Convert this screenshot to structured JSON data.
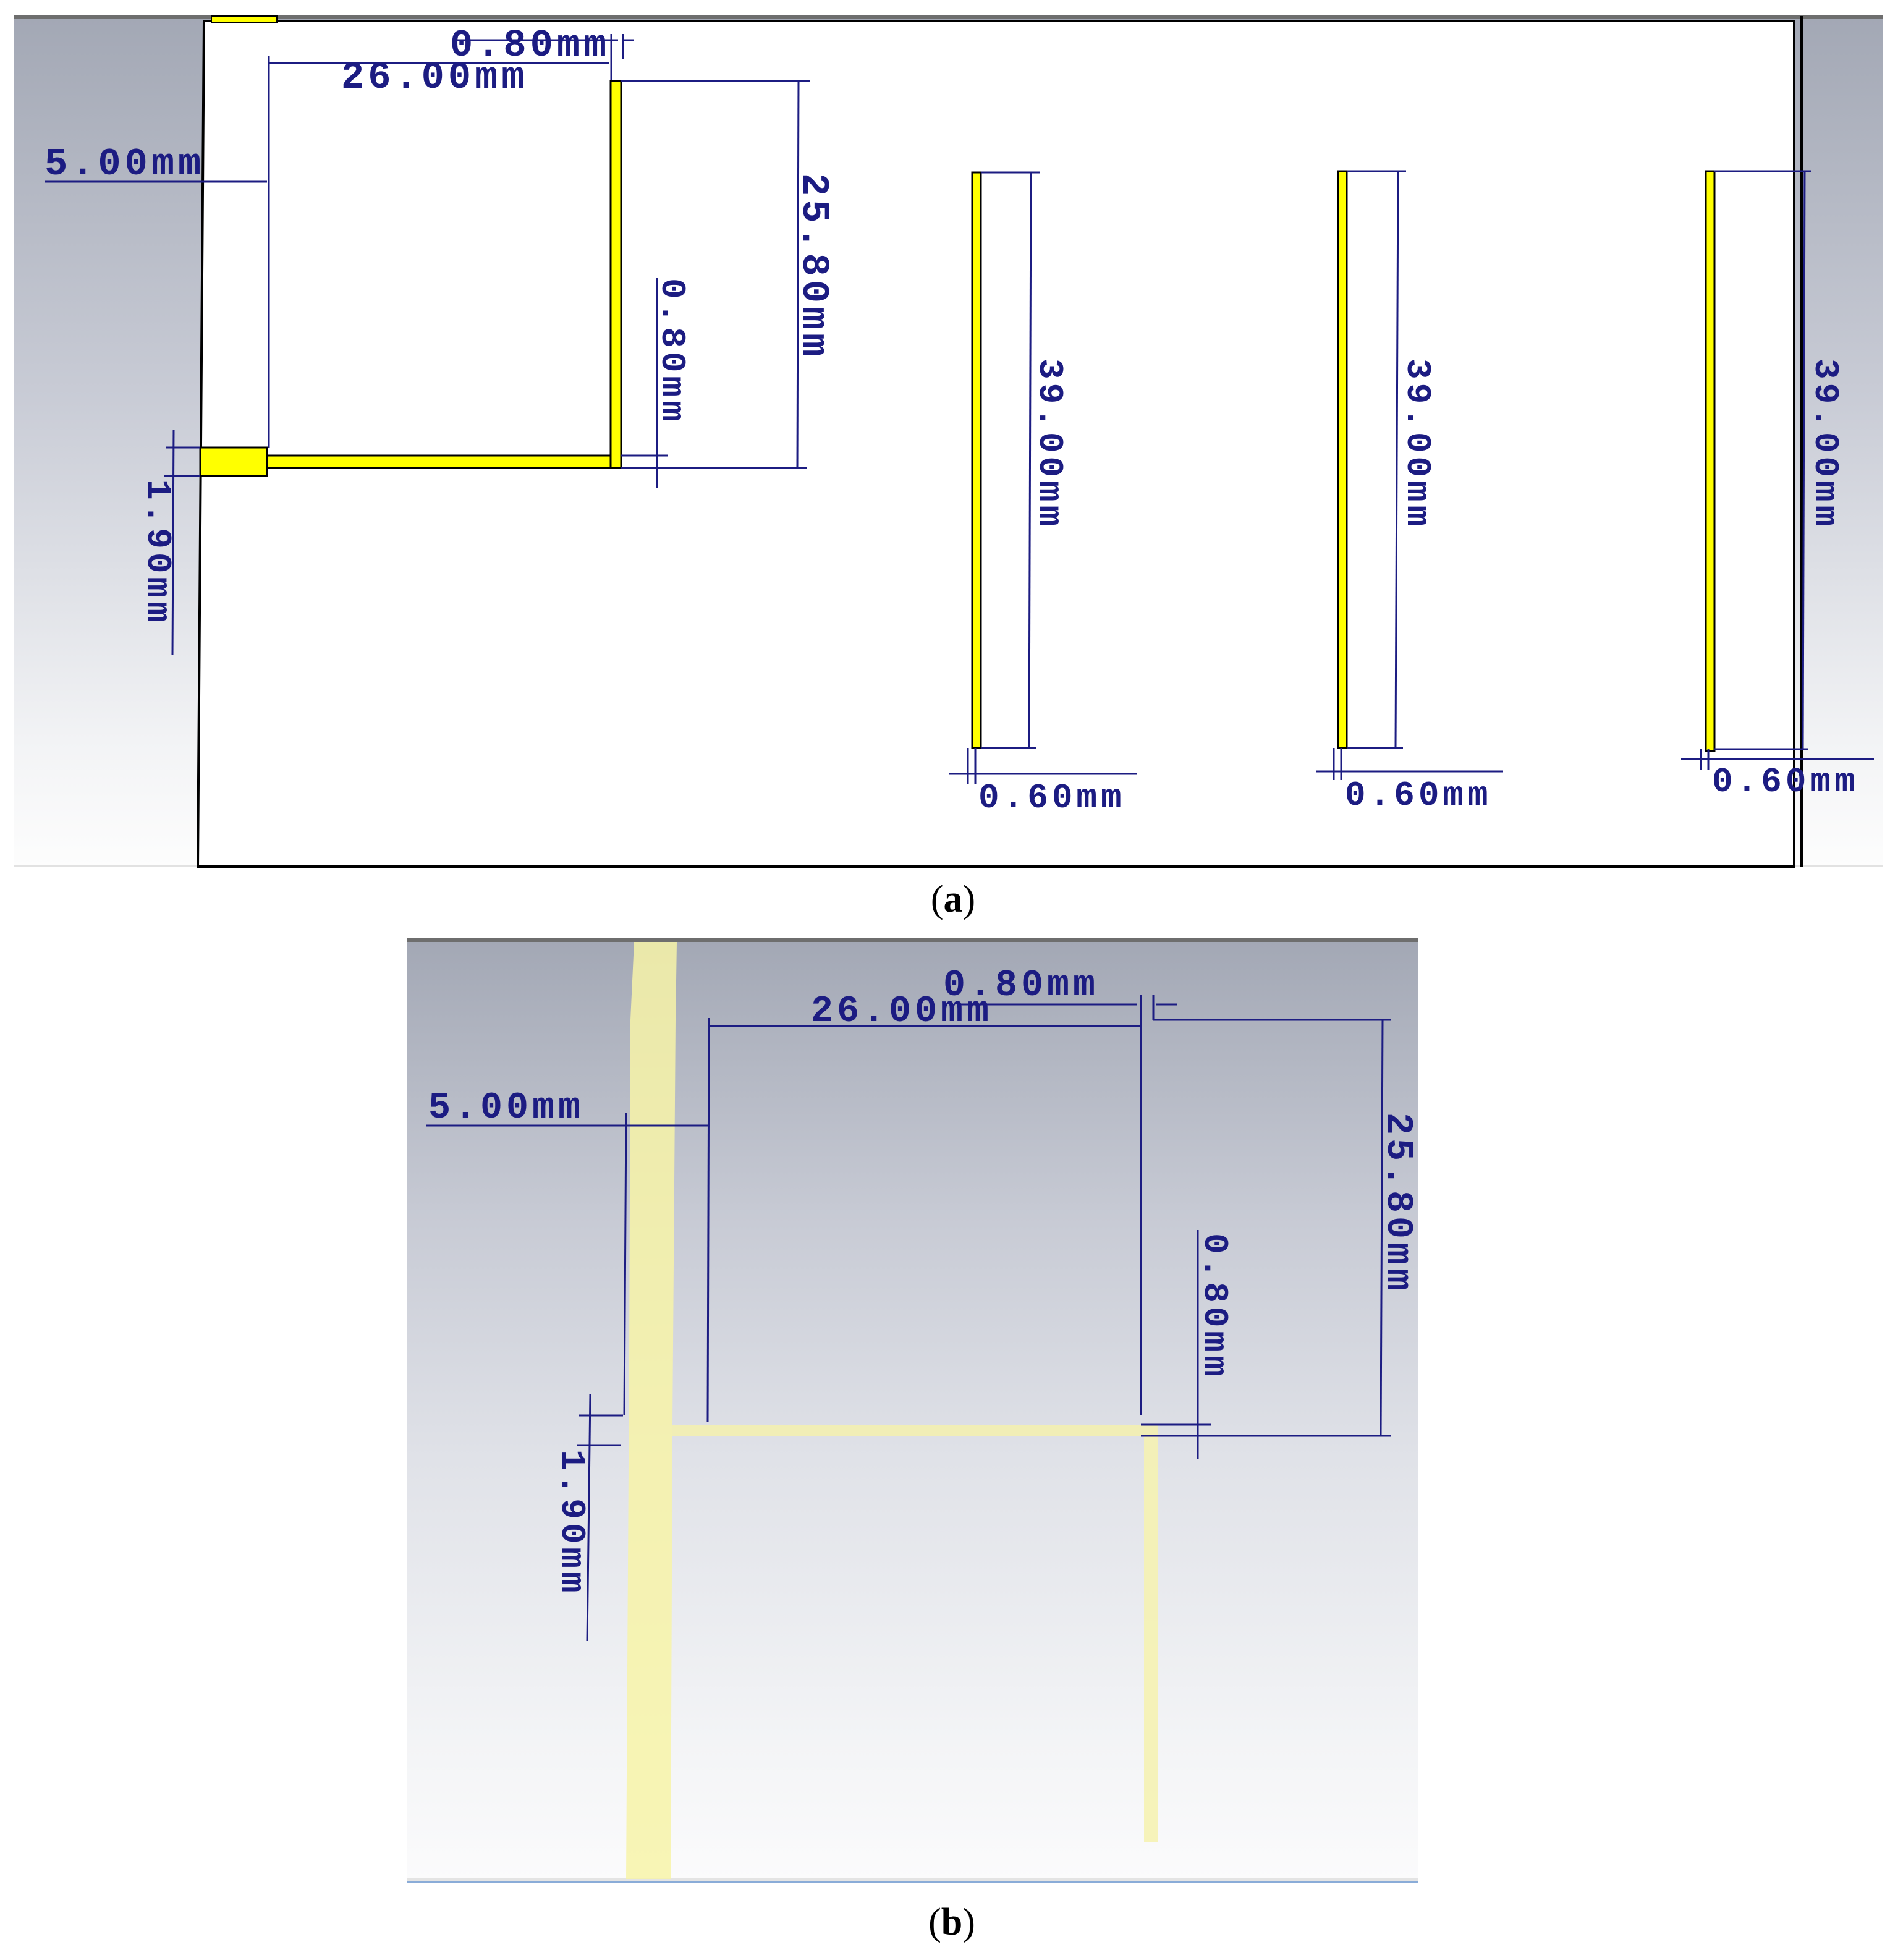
{
  "figure": {
    "panels": [
      {
        "id": "a",
        "caption_open": "(",
        "caption_letter": "a",
        "caption_close": ")",
        "description": "Top view of antenna with feed loop and three parasitic strips",
        "dimensions": {
          "gap_top": "0.80mm",
          "loop_width": "26.00mm",
          "feed_offset": "5.00mm",
          "loop_height": "25.80mm",
          "trace_width": "0.80mm",
          "feed_width": "1.90mm",
          "strip_length": [
            "39.00mm",
            "39.00mm",
            "39.00mm"
          ],
          "strip_width": [
            "0.60mm",
            "0.60mm",
            "0.60mm"
          ]
        }
      },
      {
        "id": "b",
        "caption_open": "(",
        "caption_letter": "b",
        "caption_close": ")",
        "description": "Bottom view of antenna feed structure",
        "dimensions": {
          "gap_top": "0.80mm",
          "loop_width": "26.00mm",
          "feed_offset": "5.00mm",
          "loop_height": "25.80mm",
          "trace_width": "0.80mm",
          "feed_width": "1.90mm"
        }
      }
    ],
    "colors": {
      "copper": "#ffff00",
      "copper_back": "#f5f3b0",
      "dimension": "#1c1c82",
      "outline": "#000000"
    }
  }
}
